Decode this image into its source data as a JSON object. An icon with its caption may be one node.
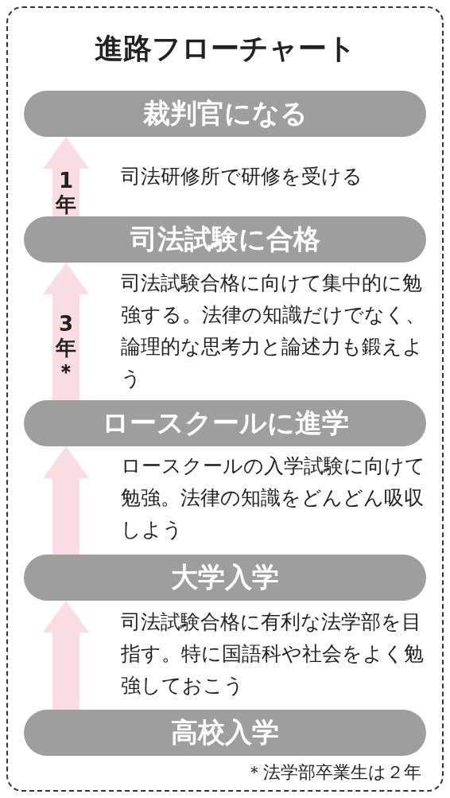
{
  "diagram": {
    "title": "進路フローチャート",
    "nodes": [
      {
        "text": [
          "裁判官になる"
        ]
      },
      {
        "text": [
          "司法試験に合格"
        ]
      },
      {
        "text": [
          "ロースクールに進学"
        ]
      },
      {
        "text": [
          "大学入学"
        ]
      },
      {
        "text": [
          "高校入学"
        ]
      }
    ],
    "edges": [
      {
        "from": 4,
        "to": 3,
        "arrow": "to"
      },
      {
        "from": 3,
        "to": 2,
        "arrow": "to"
      },
      {
        "from": 2,
        "to": 1,
        "arrow": "to",
        "label": "3年＊"
      },
      {
        "from": 1,
        "to": 0,
        "arrow": "to",
        "label": "1年"
      }
    ],
    "labels": [
      "司法研修所で研修を受ける",
      "司法試験合格に向けて集中的に勉強する。法律の知識だけでなく、論理的な思考力と論述力も鍛えよう",
      "ロースクールの入学試験に向けて勉強。法律の知識をどんどん吸収しよう",
      "司法試験合格に有利な法学部を目指す。特に国語科や社会をよく勉強しておこう",
      "＊法学部卒業生は２年"
    ]
  }
}
